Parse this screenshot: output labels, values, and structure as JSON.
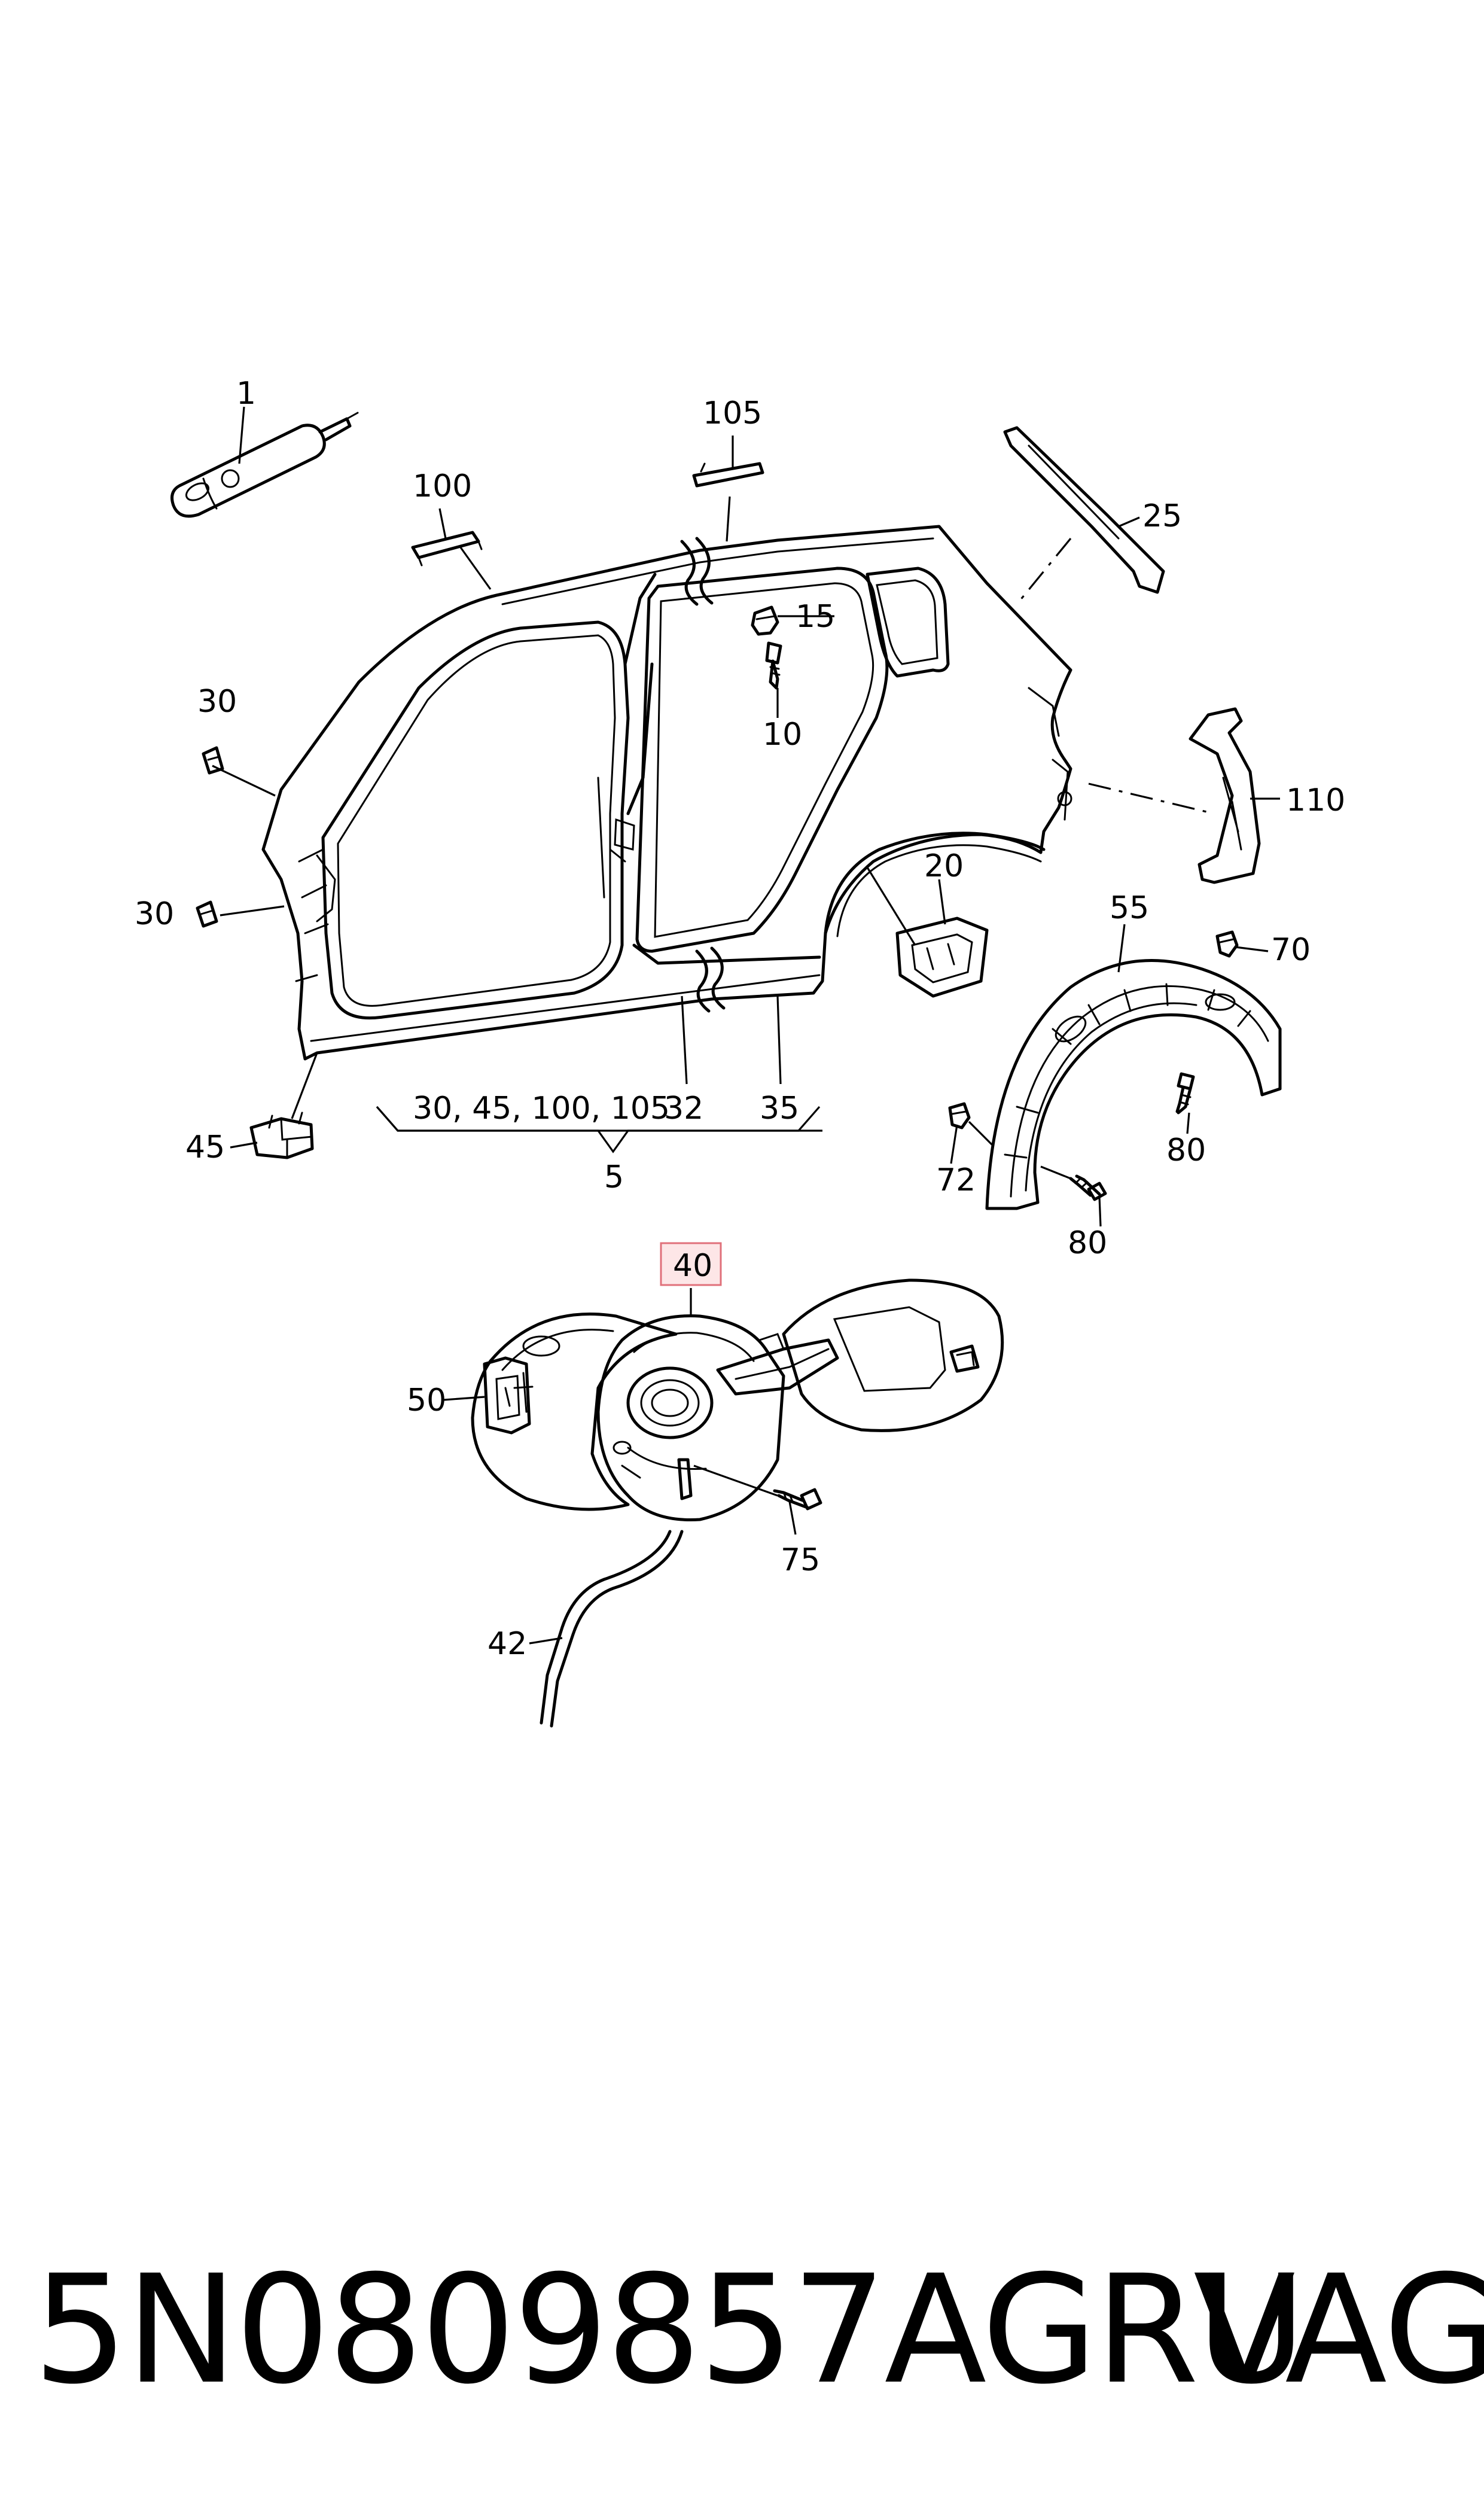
{
  "diagram": {
    "callouts": {
      "c1": "1",
      "c100": "100",
      "c105": "105",
      "c25": "25",
      "c15": "15",
      "c10": "10",
      "c30a": "30",
      "c30b": "30",
      "c110": "110",
      "c20": "20",
      "c55": "55",
      "c70": "70",
      "c45": "45",
      "c72": "72",
      "c80a": "80",
      "c80b": "80",
      "group_list": "30, 45, 100, 105",
      "c32": "32",
      "c35": "35",
      "c5": "5",
      "c40": "40",
      "c50": "50",
      "c75": "75",
      "c42": "42"
    },
    "highlighted_callout": "40",
    "highlight_color": "#fde6e7"
  },
  "footer": {
    "part_number": "5N0809857AGRU",
    "brand": "VAG"
  }
}
